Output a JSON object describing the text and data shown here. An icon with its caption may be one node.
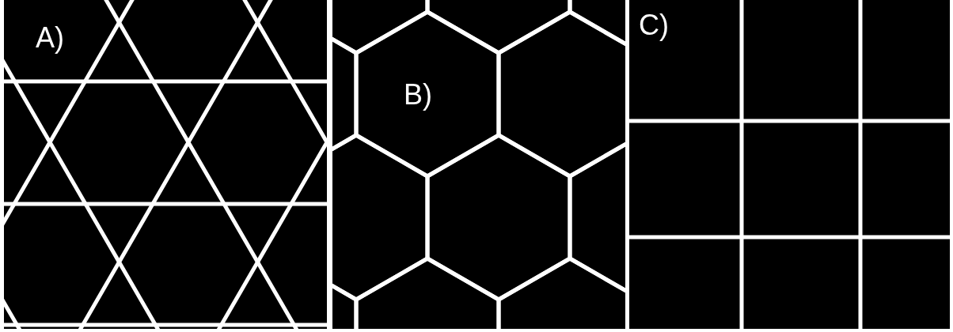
{
  "diagram": {
    "labels": [
      "A)",
      "B)",
      "C)"
    ]
  }
}
